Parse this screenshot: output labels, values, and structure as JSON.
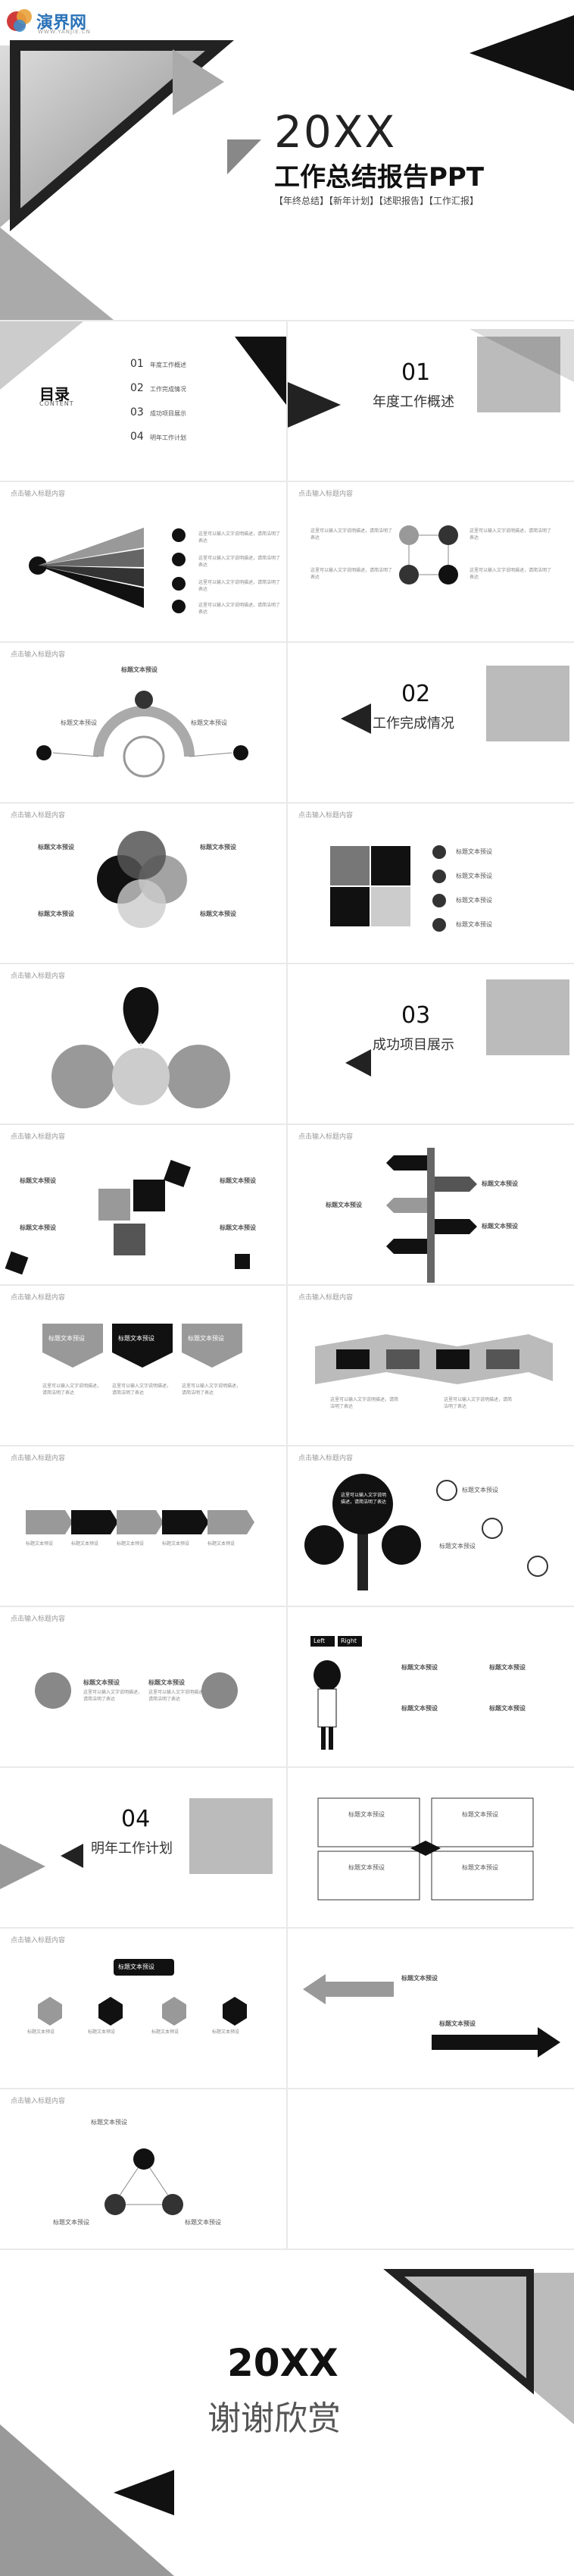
{
  "logo": {
    "name": "演界网",
    "sub": "WWW.YANJIE.CN"
  },
  "cover": {
    "year": "20XX",
    "title": "工作总结报告PPT",
    "tags": "【年终总结】【新年计划】【述职报告】【工作汇报】"
  },
  "toc": {
    "title": "目录",
    "title_en": "CONTENT",
    "items": [
      {
        "num": "01",
        "label": "年度工作概述"
      },
      {
        "num": "02",
        "label": "工作完成情况"
      },
      {
        "num": "03",
        "label": "成功项目展示"
      },
      {
        "num": "04",
        "label": "明年工作计划"
      }
    ]
  },
  "sections": {
    "s1": {
      "num": "01",
      "title": "年度工作概述"
    },
    "s2": {
      "num": "02",
      "title": "工作完成情况"
    },
    "s3": {
      "num": "03",
      "title": "成功项目展示"
    },
    "s4": {
      "num": "04",
      "title": "明年工作计划"
    }
  },
  "common": {
    "placeholder": "点击输入标题内容",
    "heading": "标题文本预设",
    "body": "这里可以输入文字说明描述，请简洁明了表达"
  },
  "misc": {
    "left": "Left",
    "right": "Right"
  },
  "ending": {
    "year": "20XX",
    "thanks": "谢谢欣赏"
  }
}
